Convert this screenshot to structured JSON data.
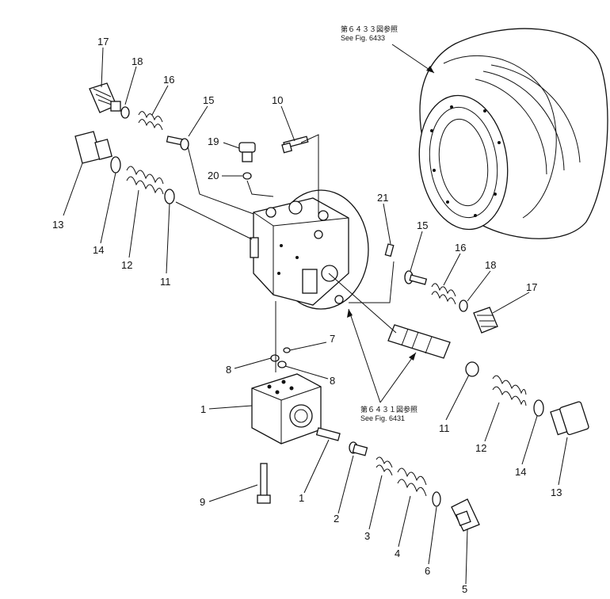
{
  "references": [
    {
      "id": "ref-6433",
      "jp": "第６４３３図参照",
      "en": "See Fig. 6433"
    },
    {
      "id": "ref-6431",
      "jp": "第６４３１図参照",
      "en": "See Fig. 6431"
    }
  ],
  "callouts": [
    {
      "id": "c17a",
      "label": "17"
    },
    {
      "id": "c18a",
      "label": "18"
    },
    {
      "id": "c16a",
      "label": "16"
    },
    {
      "id": "c15a",
      "label": "15"
    },
    {
      "id": "c10",
      "label": "10"
    },
    {
      "id": "c19",
      "label": "19"
    },
    {
      "id": "c20",
      "label": "20"
    },
    {
      "id": "c13a",
      "label": "13"
    },
    {
      "id": "c14a",
      "label": "14"
    },
    {
      "id": "c12a",
      "label": "12"
    },
    {
      "id": "c11a",
      "label": "11"
    },
    {
      "id": "c21",
      "label": "21"
    },
    {
      "id": "c15b",
      "label": "15"
    },
    {
      "id": "c16b",
      "label": "16"
    },
    {
      "id": "c18b",
      "label": "18"
    },
    {
      "id": "c17b",
      "label": "17"
    },
    {
      "id": "c7",
      "label": "7"
    },
    {
      "id": "c8a",
      "label": "8"
    },
    {
      "id": "c8b",
      "label": "8"
    },
    {
      "id": "c1a",
      "label": "1"
    },
    {
      "id": "c11b",
      "label": "11"
    },
    {
      "id": "c12b",
      "label": "12"
    },
    {
      "id": "c14b",
      "label": "14"
    },
    {
      "id": "c13b",
      "label": "13"
    },
    {
      "id": "c9",
      "label": "9"
    },
    {
      "id": "c1b",
      "label": "1"
    },
    {
      "id": "c2",
      "label": "2"
    },
    {
      "id": "c3",
      "label": "3"
    },
    {
      "id": "c4",
      "label": "4"
    },
    {
      "id": "c6",
      "label": "6"
    },
    {
      "id": "c5",
      "label": "5"
    }
  ]
}
